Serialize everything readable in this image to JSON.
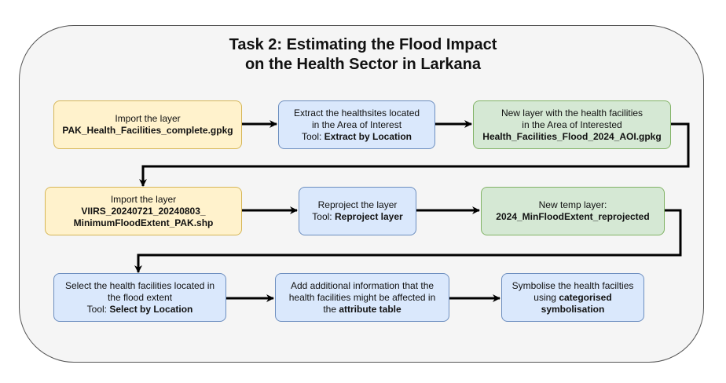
{
  "title": {
    "line1": "Task 2: Estimating the Flood Impact",
    "line2": "on the Health Sector in Larkana"
  },
  "nodes": {
    "import1": {
      "line1": "Import the layer",
      "line2": "PAK_Health_Facilities_complete.gpkg"
    },
    "extract": {
      "line1": "Extract the healthsites located",
      "line2": "in the Area of Interest",
      "tool_prefix": "Tool: ",
      "tool": "Extract by Location"
    },
    "newlayer": {
      "line1": "New layer with the health facilities",
      "line2": "in the Area of Interested",
      "line3": "Health_Facilities_Flood_2024_AOI.gpkg"
    },
    "import2": {
      "line1": "Import the layer",
      "line2": "VIIRS_20240721_20240803_",
      "line3": "MinimumFloodExtent_PAK.shp"
    },
    "reproject": {
      "line1": "Reproject the layer",
      "tool_prefix": "Tool: ",
      "tool": "Reproject layer"
    },
    "temp": {
      "line1": "New temp layer:",
      "line2": "2024_MinFloodExtent_reprojected"
    },
    "select": {
      "line1": "Select the health facilities located in",
      "line2": "the flood extent",
      "tool_prefix": "Tool: ",
      "tool": "Select by Location"
    },
    "addinfo": {
      "line1": "Add additional information that the",
      "line2": "health facilities might be affected in",
      "line3_prefix": "the ",
      "line3": "attribute table"
    },
    "symbolise": {
      "line1": "Symbolise the health facilties",
      "line2_prefix": "using ",
      "line2": "categorised",
      "line3": "symbolisation"
    }
  },
  "colors": {
    "yellow_fill": "#fff2cc",
    "blue_fill": "#dae8fc",
    "green_fill": "#d5e8d4",
    "arrow": "#000000"
  }
}
